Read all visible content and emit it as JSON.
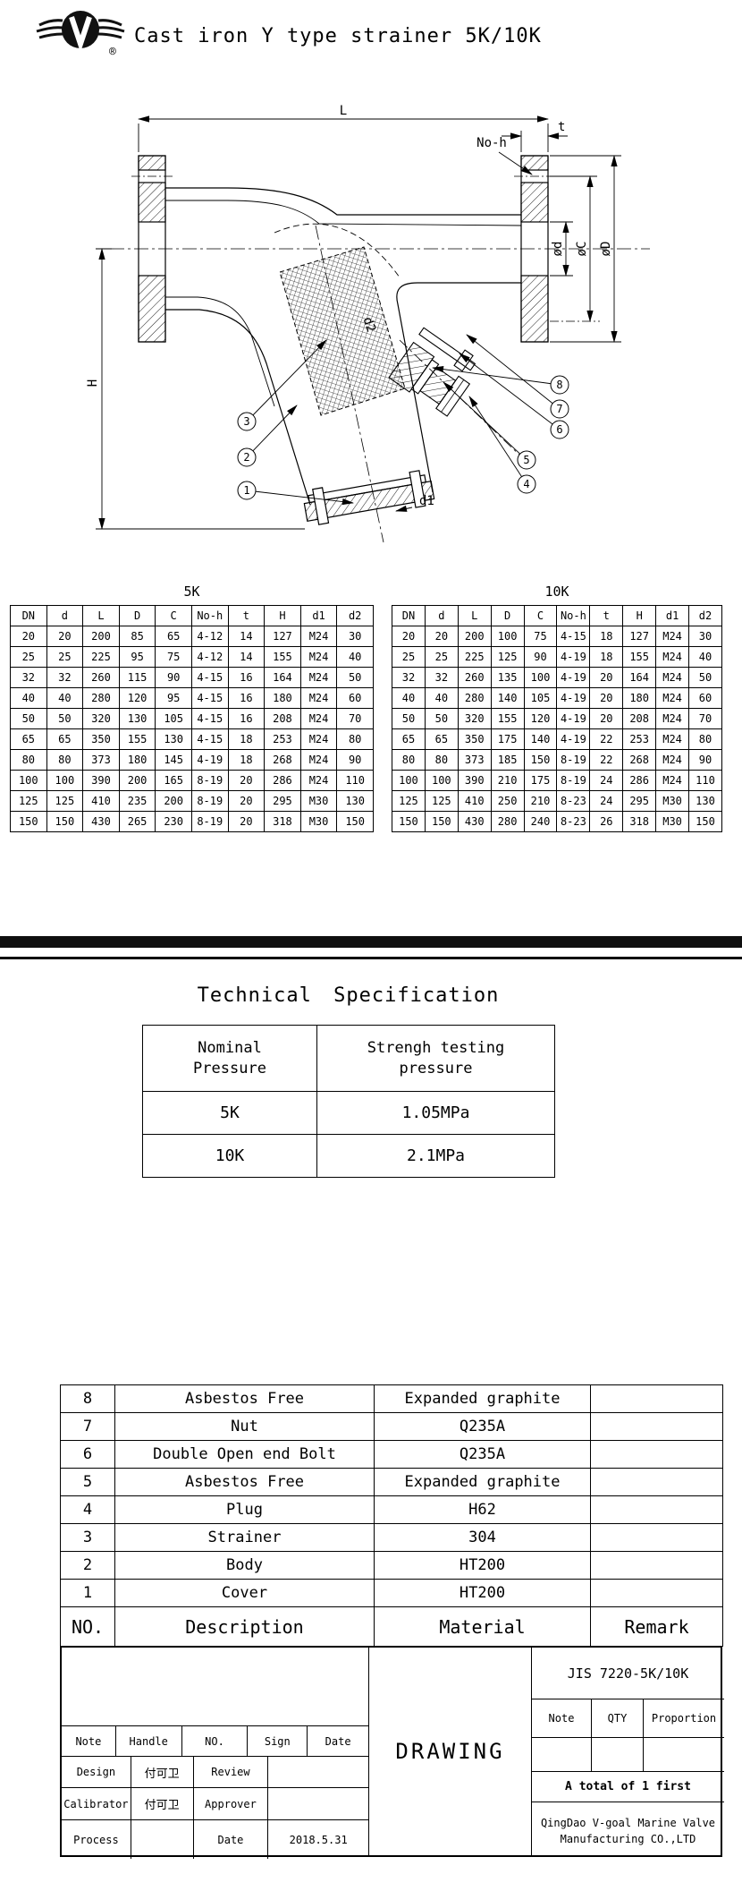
{
  "header": {
    "title": "Cast iron Y type strainer 5K/10K",
    "registered_mark": "®"
  },
  "drawing": {
    "labels": {
      "L": "L",
      "t": "t",
      "no_h": "No-h",
      "H": "H",
      "od": "ød",
      "oC": "øC",
      "oD": "øD",
      "d1": "d1",
      "d2": "d2"
    },
    "callouts": [
      "1",
      "2",
      "3",
      "4",
      "5",
      "6",
      "7",
      "8"
    ]
  },
  "dimension_tables": {
    "columns": [
      "DN",
      "d",
      "L",
      "D",
      "C",
      "No-h",
      "t",
      "H",
      "d1",
      "d2"
    ],
    "table_5k": {
      "caption": "5K",
      "rows": [
        [
          "20",
          "20",
          "200",
          "85",
          "65",
          "4-12",
          "14",
          "127",
          "M24",
          "30"
        ],
        [
          "25",
          "25",
          "225",
          "95",
          "75",
          "4-12",
          "14",
          "155",
          "M24",
          "40"
        ],
        [
          "32",
          "32",
          "260",
          "115",
          "90",
          "4-15",
          "16",
          "164",
          "M24",
          "50"
        ],
        [
          "40",
          "40",
          "280",
          "120",
          "95",
          "4-15",
          "16",
          "180",
          "M24",
          "60"
        ],
        [
          "50",
          "50",
          "320",
          "130",
          "105",
          "4-15",
          "16",
          "208",
          "M24",
          "70"
        ],
        [
          "65",
          "65",
          "350",
          "155",
          "130",
          "4-15",
          "18",
          "253",
          "M24",
          "80"
        ],
        [
          "80",
          "80",
          "373",
          "180",
          "145",
          "4-19",
          "18",
          "268",
          "M24",
          "90"
        ],
        [
          "100",
          "100",
          "390",
          "200",
          "165",
          "8-19",
          "20",
          "286",
          "M24",
          "110"
        ],
        [
          "125",
          "125",
          "410",
          "235",
          "200",
          "8-19",
          "20",
          "295",
          "M30",
          "130"
        ],
        [
          "150",
          "150",
          "430",
          "265",
          "230",
          "8-19",
          "20",
          "318",
          "M30",
          "150"
        ]
      ]
    },
    "table_10k": {
      "caption": "10K",
      "rows": [
        [
          "20",
          "20",
          "200",
          "100",
          "75",
          "4-15",
          "18",
          "127",
          "M24",
          "30"
        ],
        [
          "25",
          "25",
          "225",
          "125",
          "90",
          "4-19",
          "18",
          "155",
          "M24",
          "40"
        ],
        [
          "32",
          "32",
          "260",
          "135",
          "100",
          "4-19",
          "20",
          "164",
          "M24",
          "50"
        ],
        [
          "40",
          "40",
          "280",
          "140",
          "105",
          "4-19",
          "20",
          "180",
          "M24",
          "60"
        ],
        [
          "50",
          "50",
          "320",
          "155",
          "120",
          "4-19",
          "20",
          "208",
          "M24",
          "70"
        ],
        [
          "65",
          "65",
          "350",
          "175",
          "140",
          "4-19",
          "22",
          "253",
          "M24",
          "80"
        ],
        [
          "80",
          "80",
          "373",
          "185",
          "150",
          "8-19",
          "22",
          "268",
          "M24",
          "90"
        ],
        [
          "100",
          "100",
          "390",
          "210",
          "175",
          "8-19",
          "24",
          "286",
          "M24",
          "110"
        ],
        [
          "125",
          "125",
          "410",
          "250",
          "210",
          "8-23",
          "24",
          "295",
          "M30",
          "130"
        ],
        [
          "150",
          "150",
          "430",
          "280",
          "240",
          "8-23",
          "26",
          "318",
          "M30",
          "150"
        ]
      ]
    }
  },
  "technical_specification": {
    "title": "Technical Specification",
    "columns": [
      "Nominal Pressure",
      "Strengh testing pressure"
    ],
    "rows": [
      [
        "5K",
        "1.05MPa"
      ],
      [
        "10K",
        "2.1MPa"
      ]
    ]
  },
  "bom": {
    "rows": [
      [
        "8",
        "Asbestos Free",
        "Expanded graphite",
        ""
      ],
      [
        "7",
        "Nut",
        "Q235A",
        ""
      ],
      [
        "6",
        "Double Open end Bolt",
        "Q235A",
        ""
      ],
      [
        "5",
        "Asbestos Free",
        "Expanded graphite",
        ""
      ],
      [
        "4",
        "Plug",
        "H62",
        ""
      ],
      [
        "3",
        "Strainer",
        "304",
        ""
      ],
      [
        "2",
        "Body",
        "HT200",
        ""
      ],
      [
        "1",
        "Cover",
        "HT200",
        ""
      ]
    ],
    "footer": [
      "NO.",
      "Description",
      "Material",
      "Remark"
    ]
  },
  "title_block": {
    "drawing_label": "DRAWING",
    "standard": "JIS 7220-5K/10K",
    "qty_header": [
      "Note",
      "QTY",
      "Proportion"
    ],
    "total_note": "A total of 1 first",
    "company": [
      "QingDao V-goal Marine Valve",
      "Manufacturing CO.,LTD"
    ],
    "sign_header": [
      "Note",
      "Handle",
      "NO.",
      "Sign",
      "Date"
    ],
    "design_label": "Design",
    "design_sign": "付可卫",
    "review_label": "Review",
    "calibrator_label": "Calibrator",
    "calibrator_sign": "付可卫",
    "approver_label": "Approver",
    "process_label": "Process",
    "date_label": "Date",
    "date_value": "2018.5.31"
  }
}
